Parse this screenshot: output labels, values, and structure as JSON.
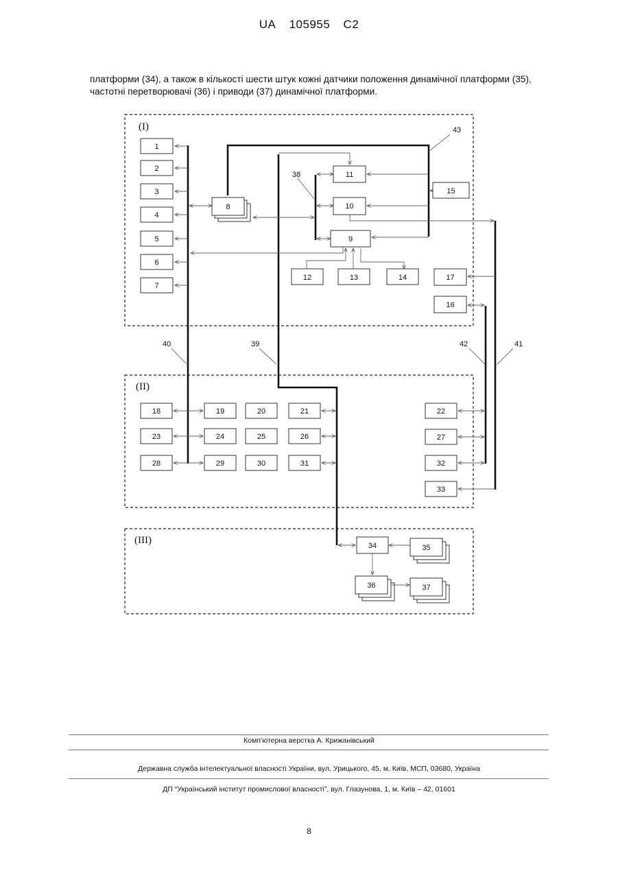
{
  "header": {
    "country": "UA",
    "number": "105955",
    "kind": "C2"
  },
  "paragraph": "платформи (34), а також в кількості шести штук кожні датчики положення динамічної платформи (35), частотні перетворювачі (36) і приводи (37) динамічної платформи.",
  "diagram": {
    "groups": [
      "(I)",
      "(II)",
      "(III)"
    ],
    "blocks": [
      "1",
      "2",
      "3",
      "4",
      "5",
      "6",
      "7",
      "8",
      "9",
      "10",
      "11",
      "12",
      "13",
      "14",
      "15",
      "16",
      "17",
      "18",
      "19",
      "20",
      "21",
      "22",
      "23",
      "24",
      "25",
      "26",
      "27",
      "28",
      "29",
      "30",
      "31",
      "32",
      "33",
      "34",
      "35",
      "36",
      "37"
    ],
    "callouts": [
      "38",
      "39",
      "40",
      "41",
      "42",
      "43"
    ]
  },
  "footer": {
    "layout_credit": "Комп’ютерна верстка А. Крижанівський",
    "office": "Державна служба інтелектуальної власності України, вул. Урицького, 45, м. Київ, МСП, 03680, Україна",
    "institute": "ДП “Український інститут промислової власності”, вул. Глазунова, 1, м. Київ – 42, 01601"
  },
  "page_number": "8"
}
